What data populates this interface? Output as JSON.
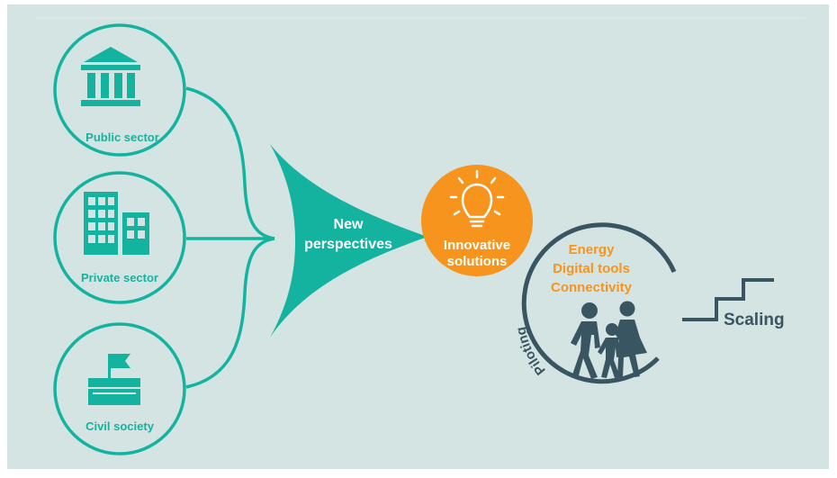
{
  "colors": {
    "background": "#d4e4e3",
    "teal": "#14b3a0",
    "orange": "#f7941d",
    "dark": "#3a5562",
    "white": "#ffffff"
  },
  "sectors": [
    {
      "label": "Public sector",
      "icon": "government-building-icon"
    },
    {
      "label": "Private sector",
      "icon": "office-buildings-icon"
    },
    {
      "label": "Civil society",
      "icon": "flag-podium-icon"
    }
  ],
  "funnel": {
    "line1": "New",
    "line2": "perspectives"
  },
  "innovation": {
    "line1": "Innovative",
    "line2": "solutions",
    "icon": "light-bulb-icon"
  },
  "topics": [
    "Energy",
    "Digital tools",
    "Connectivity"
  ],
  "piloting_label": "Piloting",
  "scaling_label": "Scaling",
  "people_icon": "walking-family-icon",
  "stairs_icon": "stairs-icon"
}
